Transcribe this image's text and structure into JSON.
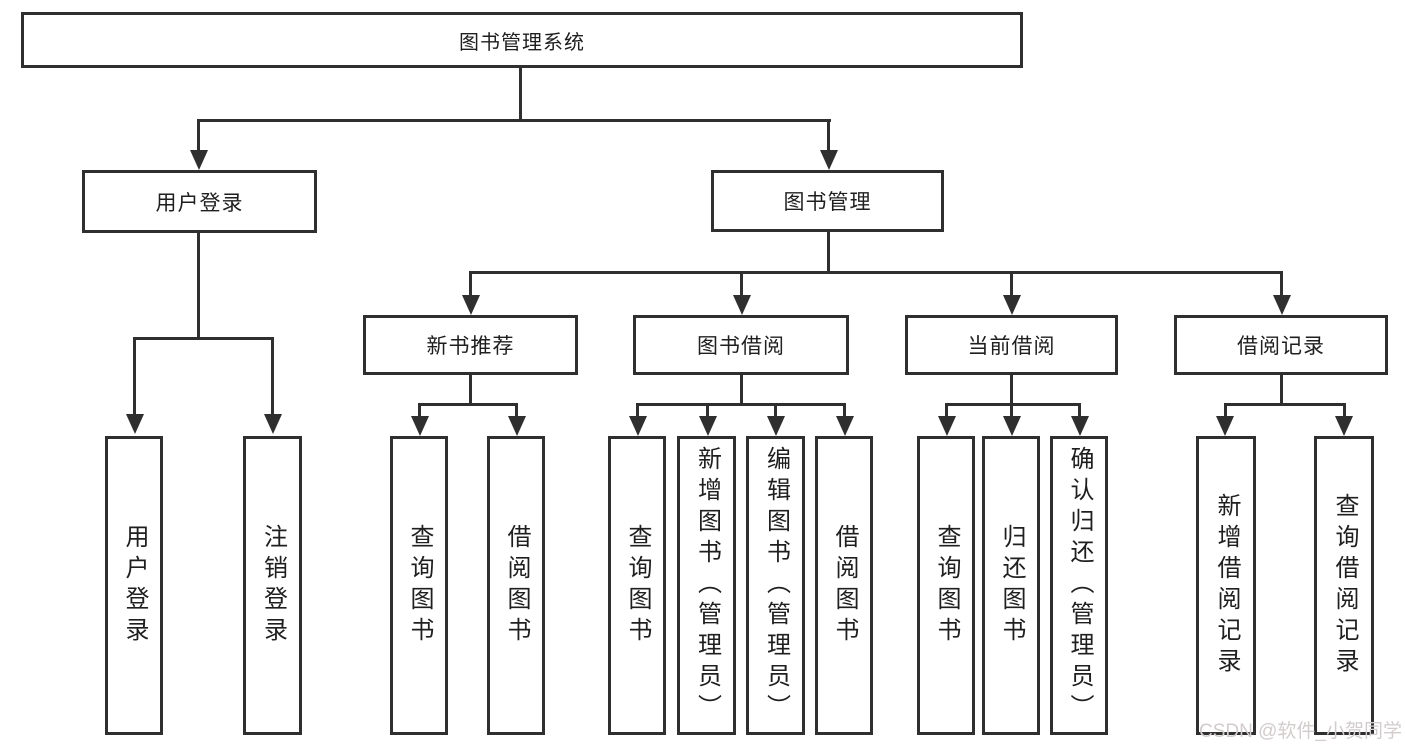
{
  "tree": {
    "root": {
      "label": "图书管理系统"
    },
    "user_login": {
      "label": "用户登录",
      "leaves": [
        "用户登录",
        "注销登录"
      ]
    },
    "book_mgmt": {
      "label": "图书管理",
      "children": [
        {
          "label": "新书推荐",
          "leaves": [
            "查询图书",
            "借阅图书"
          ]
        },
        {
          "label": "图书借阅",
          "leaves": [
            "查询图书",
            "新增图书（管理员）",
            "编辑图书（管理员）",
            "借阅图书"
          ]
        },
        {
          "label": "当前借阅",
          "leaves": [
            "查询图书",
            "归还图书",
            "确认归还（管理员）"
          ]
        },
        {
          "label": "借阅记录",
          "leaves": [
            "新增借阅记录",
            "查询借阅记录"
          ]
        }
      ]
    }
  },
  "watermark": "CSDN @软件_小贺同学",
  "colors": {
    "line": "#2f2f2f",
    "border": "#2f2f2f",
    "fill": "#ffffff",
    "text": "#1f1f1f",
    "watermark": "#d2cccc",
    "background": "#ffffff"
  }
}
